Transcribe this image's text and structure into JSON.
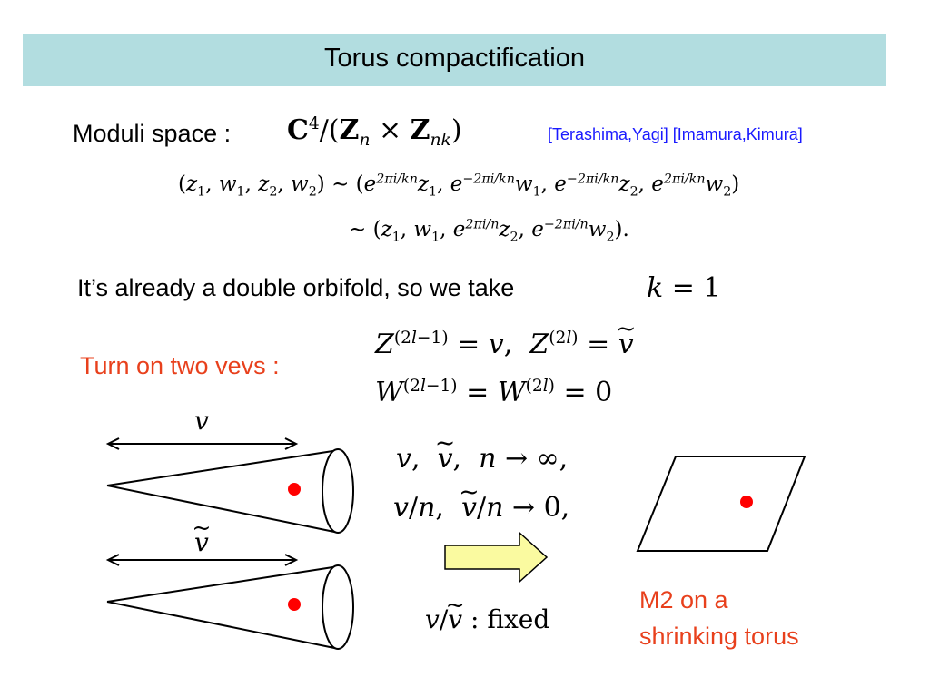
{
  "title": "Torus compactification",
  "moduli_label": "Moduli space :",
  "moduli_formula": "C⁴/(Zₙ × Zₙₖ)",
  "references": "[Terashima,Yagi] [Imamura,Kimura]",
  "equivalence_line1": "(z₁, w₁, z₂, w₂) ∼ (e^{2πi/kn}z₁, e^{−2πi/kn}w₁, e^{−2πi/kn}z₂, e^{2πi/kn}w₂)",
  "equivalence_line2": "∼ (z₁, w₁, e^{2πi/n}z₂, e^{−2πi/n}w₂).",
  "orbifold_text": "It’s already a double orbifold, so we take",
  "k_value": "k = 1",
  "vevs_label": "Turn on two vevs :",
  "vev_eq1": "Z^(2l−1) = v, Z^(2l) = ṽ",
  "vev_eq2": "W^(2l−1) = W^(2l) = 0",
  "cone_top_label": "v",
  "cone_bottom_label": "ṽ",
  "limit_line1": "v, ṽ, n → ∞,",
  "limit_line2": "v/n, ṽ/n → 0,",
  "ratio_fixed": "v/ṽ : fixed",
  "result_line1": "M2 on a",
  "result_line2": "shrinking torus",
  "colors": {
    "title_bar": "#b2dde0",
    "highlight": "#e8401c",
    "reference": "#1a1aff",
    "arrow_fill": "#fafaa0"
  }
}
